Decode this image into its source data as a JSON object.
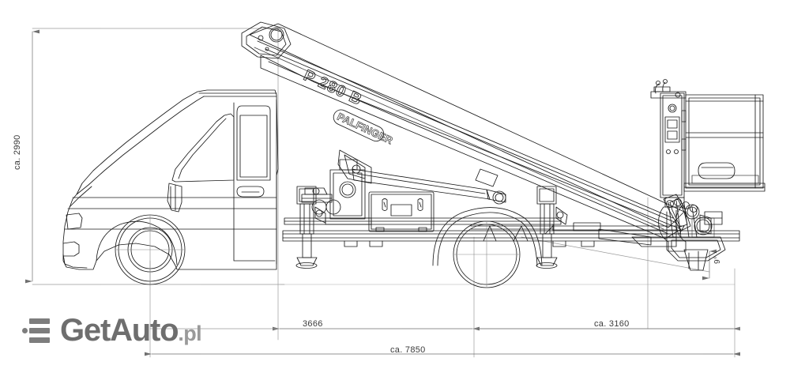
{
  "drawing": {
    "title": "Palfinger P 280 B truck mounted aerial platform – side elevation technical drawing",
    "subject": "van chassis with telescopic boom lift",
    "view": "side elevation",
    "line_color": "#1a1a1a",
    "dim_line_color": "#8a8a8a",
    "background": "#ffffff"
  },
  "boom": {
    "model_text": "P 280 B",
    "brand_text": "PALFINGER"
  },
  "dimensions": {
    "height": {
      "label": "ca. 2990",
      "orientation": "vertical",
      "position": "left"
    },
    "wheelbase": {
      "label": "3666",
      "orientation": "horizontal",
      "position": "bottom"
    },
    "rear_overhang": {
      "label": "ca. 3160",
      "orientation": "horizontal",
      "position": "bottom"
    },
    "overall_length": {
      "label": "ca. 7850",
      "orientation": "horizontal",
      "position": "bottom"
    },
    "angle": {
      "label": "9°",
      "orientation": "rotated",
      "position": "bottom-right"
    }
  },
  "watermark": {
    "name": "GetAuto",
    "tld": ".pl",
    "icon": "hamburger-dot-logo",
    "color": "#6e6e6e",
    "tld_color": "#9a9a9a"
  }
}
